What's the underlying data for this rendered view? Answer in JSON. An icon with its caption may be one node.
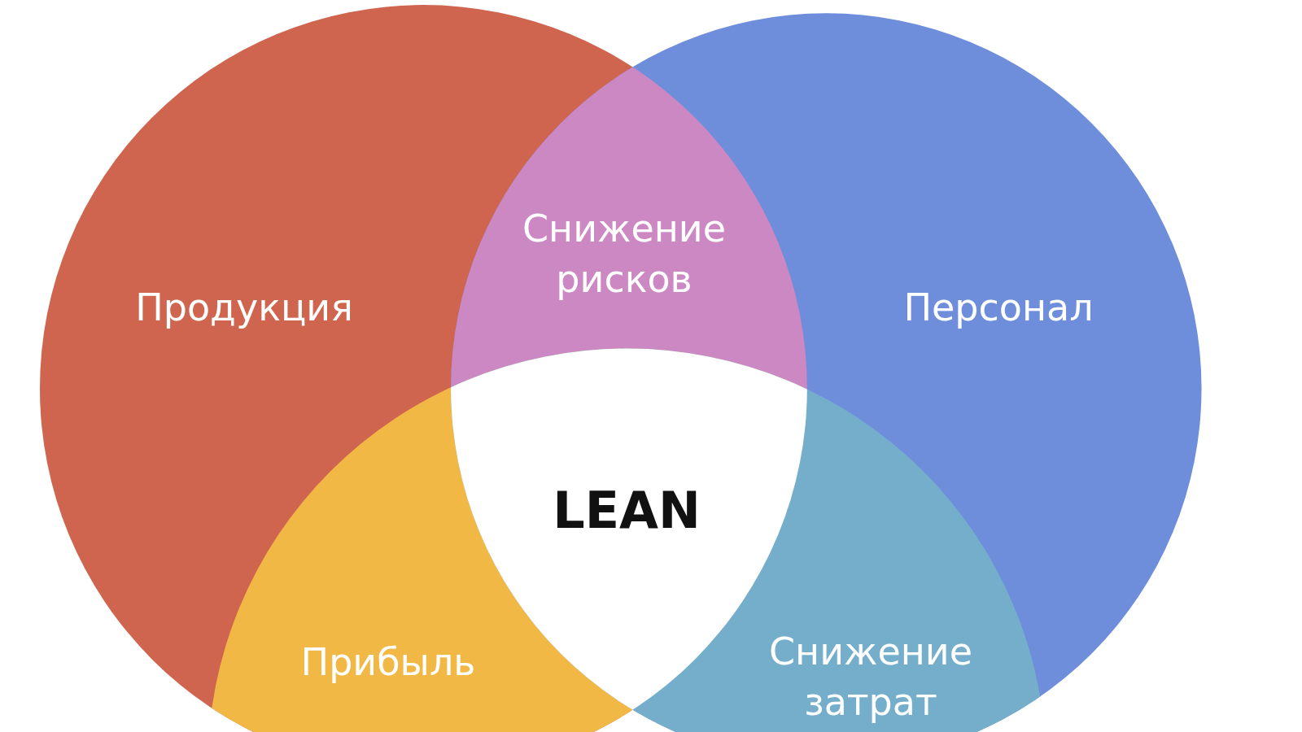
{
  "diagram": {
    "nodes": [
      {
        "text": [
          "Продукция"
        ]
      },
      {
        "text": [
          "Снижение рисков"
        ]
      },
      {
        "text": [
          "Персонал"
        ]
      },
      {
        "text": [
          "LEAN"
        ]
      },
      {
        "text": [
          "Прибыль"
        ]
      },
      {
        "text": [
          "Снижение затрат"
        ]
      }
    ]
  }
}
